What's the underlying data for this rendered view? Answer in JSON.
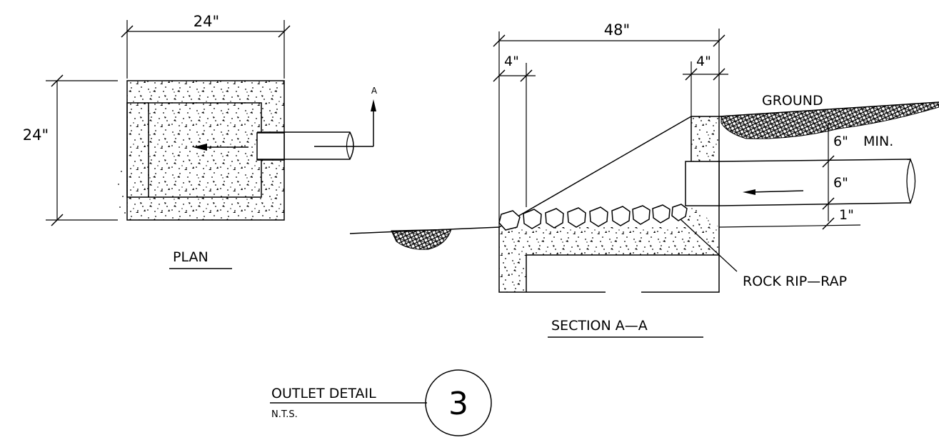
{
  "plan": {
    "dim_width": "24\"",
    "dim_height": "24\"",
    "section_marker": "A",
    "title": "PLAN"
  },
  "section": {
    "dim_overall": "48\"",
    "dim_left_wall": "4\"",
    "dim_right_wall": "4\"",
    "ground_label": "GROUND",
    "dim_cover": "6\"",
    "min_label": "MIN.",
    "dim_pipe": "6\"",
    "dim_drop": "1\"",
    "riprap_label": "ROCK RIP—RAP",
    "title": "SECTION A—A"
  },
  "detail": {
    "title": "OUTLET DETAIL",
    "scale": "N.T.S.",
    "number": "3"
  }
}
